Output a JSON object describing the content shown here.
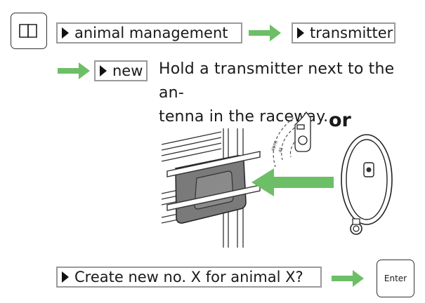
{
  "step1": {
    "menu_animal_management": "animal management",
    "menu_transmitter": "transmitter"
  },
  "step2": {
    "menu_new": "new",
    "instruction_line1": "Hold a transmitter next to the an-",
    "instruction_line2": "tenna in the raceway.",
    "or_label": "or"
  },
  "step3": {
    "prompt": "Create new no. X for animal X?",
    "enter_key_label": "Enter"
  },
  "icons": [
    "book-menu-icon",
    "right-arrow-icon",
    "raceway-antenna-illustration",
    "ear-tag-transmitter-icon",
    "neck-collar-transmitter-icon"
  ],
  "colors": {
    "arrow_green": "#6cbf66",
    "button_border": "#9a9a9a"
  }
}
